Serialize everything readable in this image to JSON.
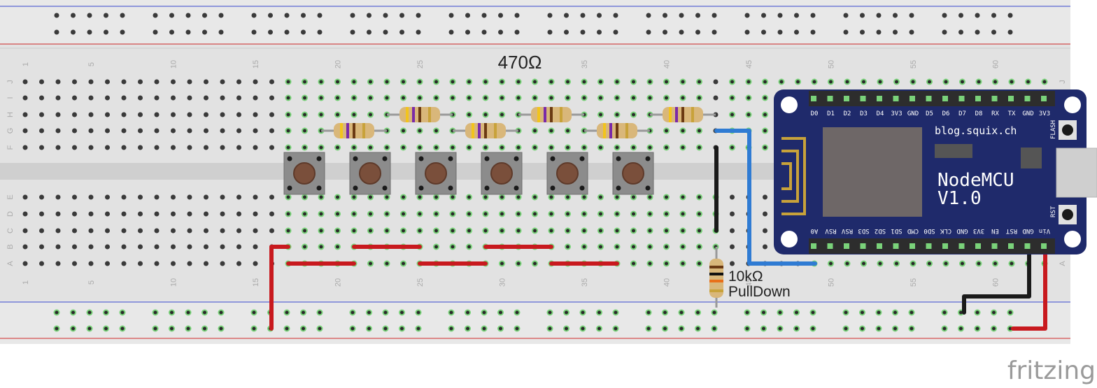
{
  "labels": {
    "resistor_value": "470Ω",
    "pulldown_value": "10kΩ",
    "pulldown_name": "PullDown"
  },
  "breadboard": {
    "column_numbers": [
      "1",
      "5",
      "10",
      "15",
      "20",
      "25",
      "30",
      "35",
      "40",
      "45",
      "50",
      "55",
      "60"
    ],
    "row_letters_top": [
      "J",
      "I",
      "H",
      "G",
      "F"
    ],
    "row_letters_bottom": [
      "E",
      "D",
      "C",
      "B",
      "A"
    ]
  },
  "nodemcu": {
    "title": "NodeMCU",
    "version": "V1.0",
    "site": "blog.squix.ch",
    "flash_label": "FLASH",
    "rst_label": "RST",
    "top_pins": [
      "D0",
      "D1",
      "D2",
      "D3",
      "D4",
      "3V3",
      "GND",
      "D5",
      "D6",
      "D7",
      "D8",
      "RX",
      "TX",
      "GND",
      "3V3"
    ],
    "bottom_pins": [
      "A0",
      "RSV",
      "RSV",
      "SD3",
      "SD2",
      "SD1",
      "CMD",
      "SD0",
      "CLK",
      "GND",
      "3V3",
      "EN",
      "RST",
      "GND",
      "Vin"
    ]
  },
  "watermark": "fritzing",
  "colors": {
    "board_blue": "#1f2a6b",
    "wire_red": "#c8191e",
    "wire_black": "#1a1a1a",
    "wire_blue": "#2f7bd3",
    "active_hole": "#4caf50"
  }
}
